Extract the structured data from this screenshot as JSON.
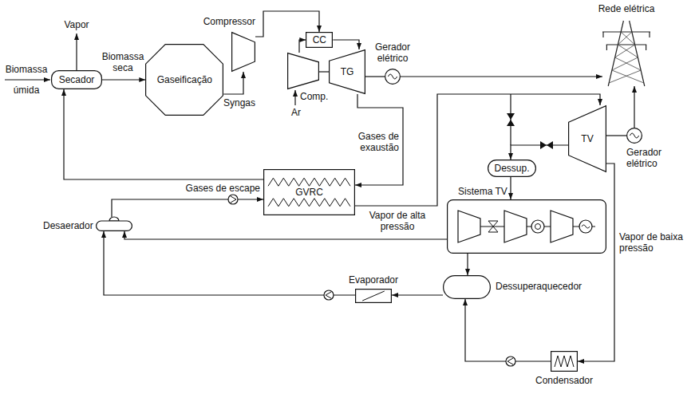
{
  "diagram": {
    "nodes": [
      {
        "text": [
          "Secador"
        ]
      },
      {
        "text": [
          "Gaseificação"
        ]
      },
      {
        "text": [
          "Compressor"
        ]
      },
      {
        "text": [
          "CC"
        ]
      },
      {
        "text": [
          "Comp."
        ]
      },
      {
        "text": [
          "TG"
        ]
      },
      {
        "text": [
          "Gerador elétrico"
        ]
      },
      {
        "text": [
          "Rede elétrica"
        ]
      },
      {
        "text": [
          "GVRC"
        ]
      },
      {
        "text": [
          "TV"
        ]
      },
      {
        "text": [
          "Gerador elétrico"
        ]
      },
      {
        "text": [
          "Dessup."
        ]
      },
      {
        "text": [
          "Sistema TV"
        ]
      },
      {
        "text": [
          "Desaerador"
        ]
      },
      {
        "text": [
          "Dessuperaquecedor"
        ]
      },
      {
        "text": [
          "Evaporador"
        ]
      },
      {
        "text": [
          "Condensador"
        ]
      }
    ],
    "edges": [
      {
        "from": 0,
        "to": 1,
        "arrow": "to",
        "label": "Biomassa seca"
      },
      {
        "from": 1,
        "to": 2,
        "arrow": "to",
        "label": "Syngas"
      },
      {
        "from": 2,
        "to": 3,
        "arrow": "to"
      },
      {
        "from": 4,
        "to": 3,
        "arrow": "to"
      },
      {
        "from": 3,
        "to": 5,
        "arrow": "to"
      },
      {
        "from": 4,
        "to": 5,
        "arrow": "none"
      },
      {
        "from": 5,
        "to": 6,
        "arrow": "none"
      },
      {
        "from": 6,
        "to": 7,
        "arrow": "to"
      },
      {
        "from": 10,
        "to": 7,
        "arrow": "to"
      },
      {
        "from": 5,
        "to": 8,
        "arrow": "to",
        "label": "Gases de exaustão"
      },
      {
        "from": 8,
        "to": 0,
        "arrow": "to",
        "label": "Gases de escape"
      },
      {
        "from": 8,
        "to": 9,
        "arrow": "to",
        "label": "Vapor de alta pressão"
      },
      {
        "from": 9,
        "to": 10,
        "arrow": "none"
      },
      {
        "from": 9,
        "to": 16,
        "arrow": "to",
        "label": "Vapor de baixa pressão"
      },
      {
        "from": 9,
        "to": 11,
        "arrow": "to"
      },
      {
        "from": 11,
        "to": 12,
        "arrow": "to"
      },
      {
        "from": 12,
        "to": 14,
        "arrow": "to"
      },
      {
        "from": 12,
        "to": 13,
        "arrow": "to"
      },
      {
        "from": 16,
        "to": 14,
        "arrow": "to"
      },
      {
        "from": 14,
        "to": 15,
        "arrow": "to"
      },
      {
        "from": 15,
        "to": 13,
        "arrow": "to"
      },
      {
        "from": 13,
        "to": 8,
        "arrow": "to"
      }
    ],
    "labels": [
      "Biomassa úmida",
      "Vapor",
      "Ar"
    ]
  }
}
